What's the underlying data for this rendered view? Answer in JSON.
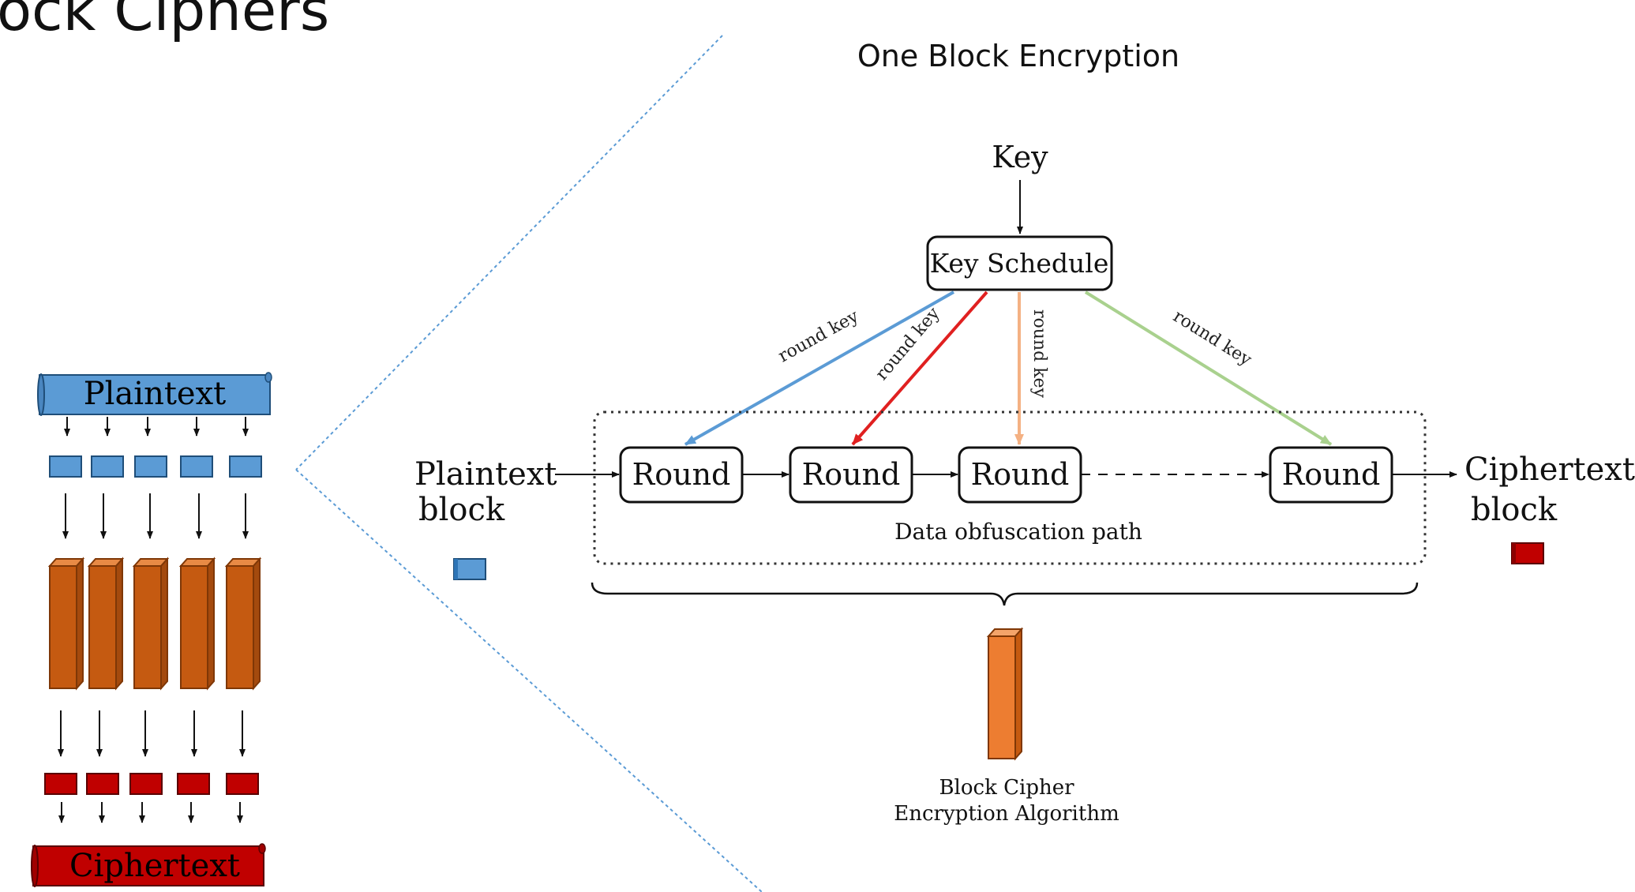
{
  "slide": {
    "title": "ock Ciphers",
    "subtitle": "One Block Encryption"
  },
  "left_panel": {
    "plaintext_label": "Plaintext",
    "ciphertext_label": "Ciphertext"
  },
  "diagram": {
    "key_label": "Key",
    "key_schedule_label": "Key Schedule",
    "round_key_label": "round key",
    "round_label": "Round",
    "plaintext_block_line1": "Plaintext",
    "plaintext_block_line2": "block",
    "ciphertext_block_line1": "Ciphertext",
    "ciphertext_block_line2": "block",
    "path_label": "Data obfuscation path",
    "algorithm_line1": "Block Cipher",
    "algorithm_line2": "Encryption Algorithm"
  },
  "colors": {
    "plaintext_blue": "#5b9bd5",
    "ciphertext_red": "#c00000",
    "cipher_orange": "#c55a11",
    "cipher_orange_light": "#ed7d31",
    "round_key_blue": "#5b9bd5",
    "round_key_red": "#e02020",
    "round_key_tan": "#f4b183",
    "round_key_green": "#a9d18e",
    "divider_blue": "#5b9bd5"
  }
}
